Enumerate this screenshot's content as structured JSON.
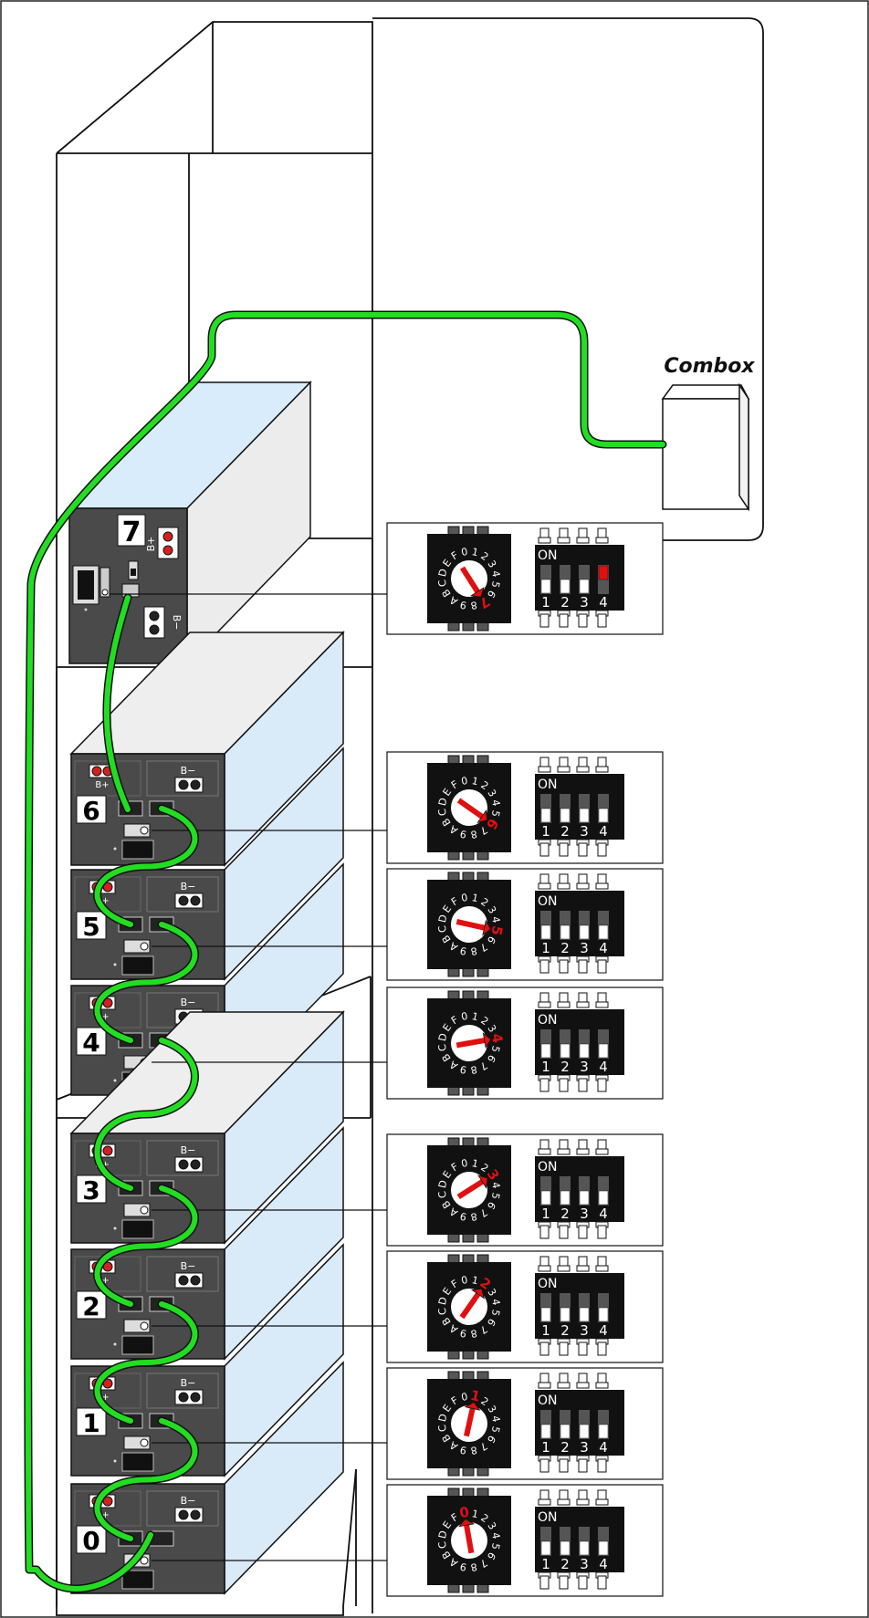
{
  "combox": {
    "label": "Combox"
  },
  "colors": {
    "cable": "#22dd22",
    "cable_edge": "#111111",
    "module_face": "#4a4a4a",
    "module_side": "#d9eaf8",
    "module_top": "#eeeeee",
    "top_module_side": "#ececec",
    "top_module_top": "#d8ecfb",
    "terminal_red": "#d42020",
    "dial_arrow": "#e01010",
    "dip_on": "#e01010"
  },
  "dip_switch": {
    "on_label": "ON",
    "switch_labels": [
      "1",
      "2",
      "3",
      "4"
    ]
  },
  "terminal_labels": {
    "positive": "B+",
    "negative": "B−"
  },
  "dial_labels": [
    "0",
    "1",
    "2",
    "3",
    "4",
    "5",
    "6",
    "7",
    "8",
    "9",
    "A",
    "B",
    "C",
    "D",
    "E",
    "F"
  ],
  "modules": [
    {
      "address": "7",
      "dial_value": 7,
      "dip_on": [
        false,
        false,
        false,
        true
      ],
      "icons": [
        "breaker-switch-icon",
        "communication-port-icon",
        "positive-terminal-icon",
        "negative-terminal-icon"
      ]
    },
    {
      "address": "6",
      "dial_value": 6,
      "dip_on": [
        false,
        false,
        false,
        false
      ]
    },
    {
      "address": "5",
      "dial_value": 5,
      "dip_on": [
        false,
        false,
        false,
        false
      ]
    },
    {
      "address": "4",
      "dial_value": 4,
      "dip_on": [
        false,
        false,
        false,
        false
      ]
    },
    {
      "address": "3",
      "dial_value": 3,
      "dip_on": [
        false,
        false,
        false,
        false
      ]
    },
    {
      "address": "2",
      "dial_value": 2,
      "dip_on": [
        false,
        false,
        false,
        false
      ]
    },
    {
      "address": "1",
      "dial_value": 1,
      "dip_on": [
        false,
        false,
        false,
        false
      ]
    },
    {
      "address": "0",
      "dial_value": 0,
      "dip_on": [
        false,
        false,
        false,
        false
      ]
    }
  ]
}
